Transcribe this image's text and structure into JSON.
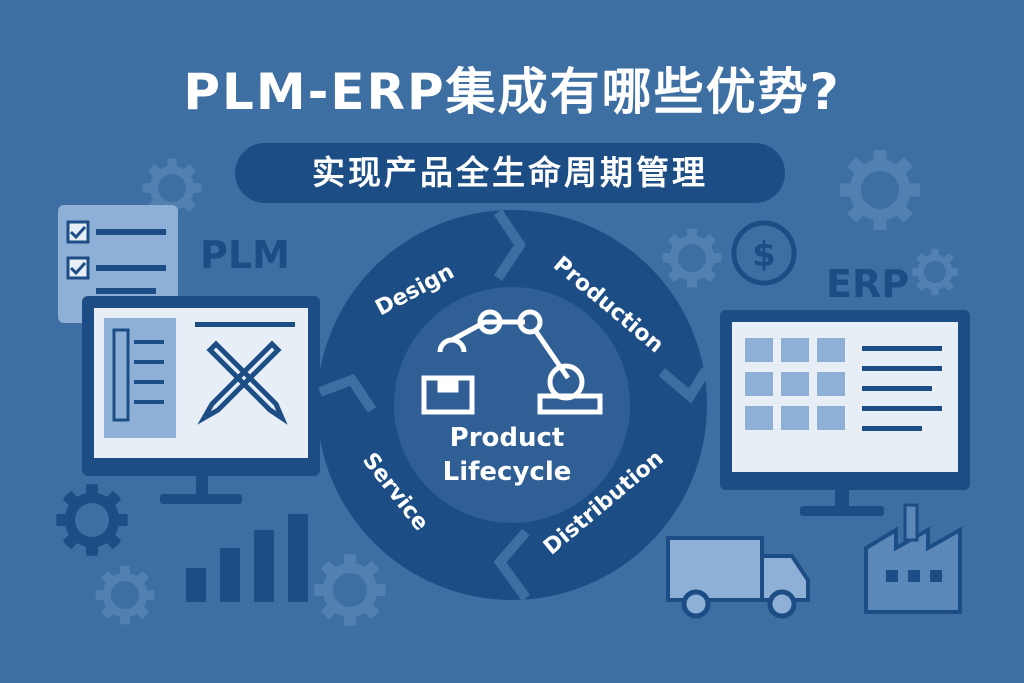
{
  "header": {
    "title": "PLM-ERP集成有哪些优势?",
    "subtitle": "实现产品全生命周期管理"
  },
  "left_panel": {
    "label": "PLM"
  },
  "right_panel": {
    "label": "ERP",
    "currency_symbol": "$"
  },
  "cycle": {
    "center_line1": "Product",
    "center_line2": "Lifecycle",
    "stages": [
      "Design",
      "Production",
      "Distribution",
      "Service"
    ]
  },
  "colors": {
    "background": "#3d6fa3",
    "dark_blue": "#1c4d85",
    "mid_blue": "#5b88b8",
    "light_panel": "#e8eef6",
    "tile_blue": "#8fb0d6"
  }
}
